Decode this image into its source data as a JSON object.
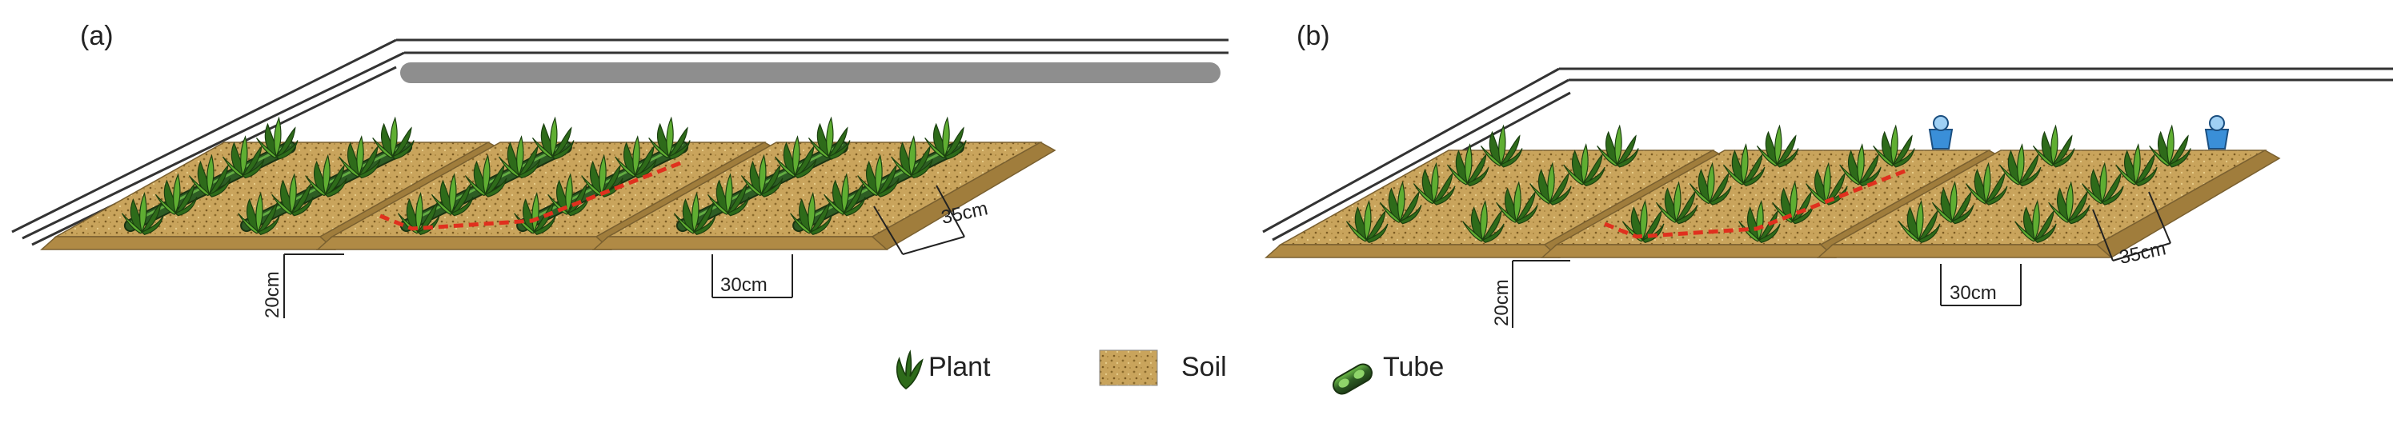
{
  "panels": [
    {
      "label": "(a)",
      "has_tubes": true
    },
    {
      "label": "(b)",
      "has_tubes": false
    }
  ],
  "dimensions": {
    "row_height": "20cm",
    "plant_spacing": "30cm",
    "row_spacing": "35cm"
  },
  "legend": {
    "plant": "Plant",
    "soil": "Soil",
    "tube": "Tube"
  },
  "colors": {
    "soil": "#c9a45c",
    "soil_speck": "#8a6a2c",
    "plant_dark": "#2e6b1a",
    "plant_light": "#5fae32",
    "tube": "#2e5d24",
    "tube_highlight": "#6fbf4a",
    "dash_red": "#e0301e",
    "sensor_blue": "#3a8fd8",
    "outline": "#222222"
  }
}
